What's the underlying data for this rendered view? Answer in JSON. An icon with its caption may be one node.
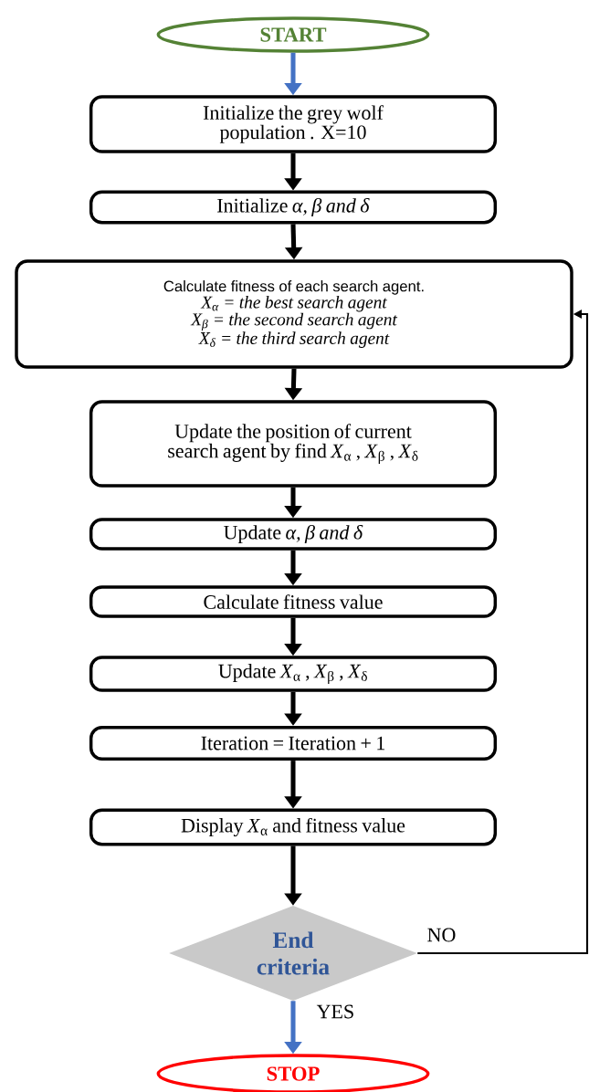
{
  "diagram": {
    "nodes": [
      {
        "text": [
          "START"
        ]
      },
      {
        "text": [
          "Initialize the grey wolf population . X=10"
        ]
      },
      {
        "text": [
          "Initialize *α, β and δ*"
        ]
      },
      {
        "text": [
          "Calculate fitness of each search agent.",
          "X$_{α}$ = the best search agent",
          "X$_{β}$ = the second search agent",
          "X$_{δ}$ = the third search agent"
        ]
      },
      {
        "text": [
          "Update the position of current search agent by find *X*$_{α}$ , *X*$_{β}$ , *X*$_{δ}$"
        ]
      },
      {
        "text": [
          "Update *α, β and δ*"
        ]
      },
      {
        "text": [
          "Calculate fitness value"
        ]
      },
      {
        "text": [
          "Update *X*$_{α}$ , *X*$_{β}$ , *X*$_{δ}$"
        ]
      },
      {
        "text": [
          "Iteration = Iteration + 1"
        ]
      },
      {
        "text": [
          "Display *X*$_{α}$ and fitness value"
        ]
      },
      {
        "text": [
          "End criteria"
        ]
      },
      {
        "text": [
          "STOP"
        ]
      }
    ],
    "edges": [
      {
        "from": 0,
        "to": 1,
        "arrow": "to",
        "color": "#4472c4"
      },
      {
        "from": 1,
        "to": 2,
        "arrow": "to"
      },
      {
        "from": 2,
        "to": 3,
        "arrow": "to"
      },
      {
        "from": 3,
        "to": 4,
        "arrow": "to"
      },
      {
        "from": 4,
        "to": 5,
        "arrow": "to"
      },
      {
        "from": 5,
        "to": 6,
        "arrow": "to"
      },
      {
        "from": 6,
        "to": 7,
        "arrow": "to"
      },
      {
        "from": 7,
        "to": 8,
        "arrow": "to"
      },
      {
        "from": 8,
        "to": 9,
        "arrow": "to"
      },
      {
        "from": 9,
        "to": 10,
        "arrow": "to"
      },
      {
        "from": 10,
        "to": 11,
        "arrow": "to",
        "label": "YES",
        "color": "#4472c4"
      },
      {
        "from": 10,
        "to": 3,
        "arrow": "to",
        "label": "NO"
      }
    ]
  }
}
